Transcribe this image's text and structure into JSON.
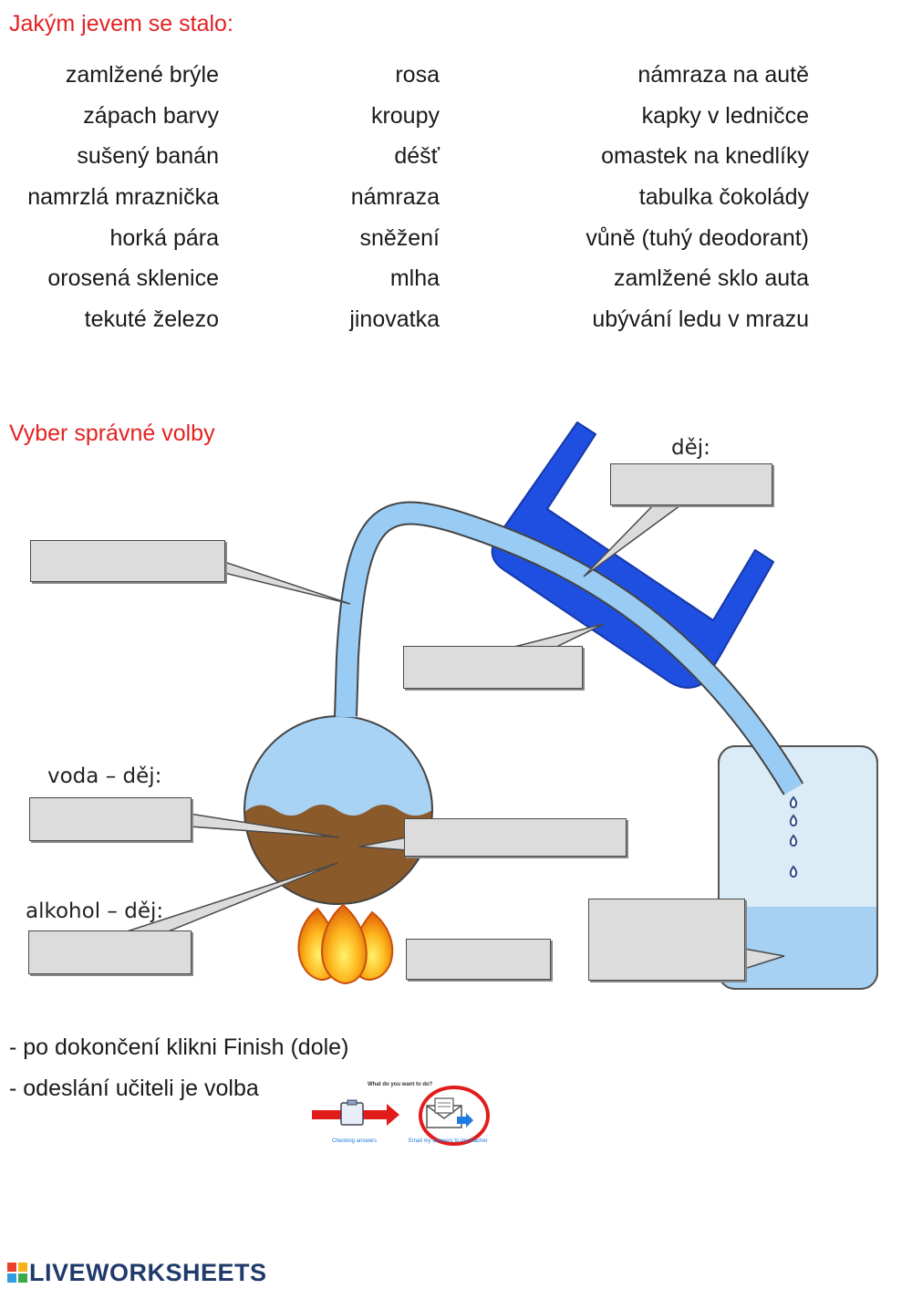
{
  "section1": {
    "title": "Jakým jevem se stalo:",
    "columns": [
      [
        "zamlžené brýle",
        "zápach barvy",
        "sušený banán",
        "namrzlá mraznička",
        "horká pára",
        "orosená sklenice",
        "tekuté železo"
      ],
      [
        "rosa",
        "kroupy",
        "déšť",
        "námraza",
        "sněžení",
        "mlha",
        "jinovatka"
      ],
      [
        "námraza na autě",
        "kapky v ledničce",
        "omastek na knedlíky",
        "tabulka čokolády",
        "vůně (tuhý deodorant)",
        "zamlžené sklo auta",
        "ubývání ledu v mrazu"
      ]
    ]
  },
  "section2": {
    "title": "Vyber správné volby",
    "labels": {
      "dej": "děj:",
      "voda": "voda – děj:",
      "alkohol": "alkohol – děj:"
    }
  },
  "instructions": {
    "line1": "- po dokončení klikni Finish (dole)",
    "line2": "- odeslání učiteli je volba",
    "mini_title": "What do you want to do?",
    "mini_left": "Checking answers",
    "mini_right": "Email my answers to my teacher"
  },
  "footer": {
    "brand": "LIVEWORKSHEETS"
  },
  "colors": {
    "heading": "#e32222",
    "cooler": "#1f4fe0",
    "tube": "#99ccf5",
    "flask_liquid": "#8b5a2b",
    "beaker": "#dcecf7",
    "beaker_water": "#a6d1f2",
    "brand": "#203a6b"
  }
}
